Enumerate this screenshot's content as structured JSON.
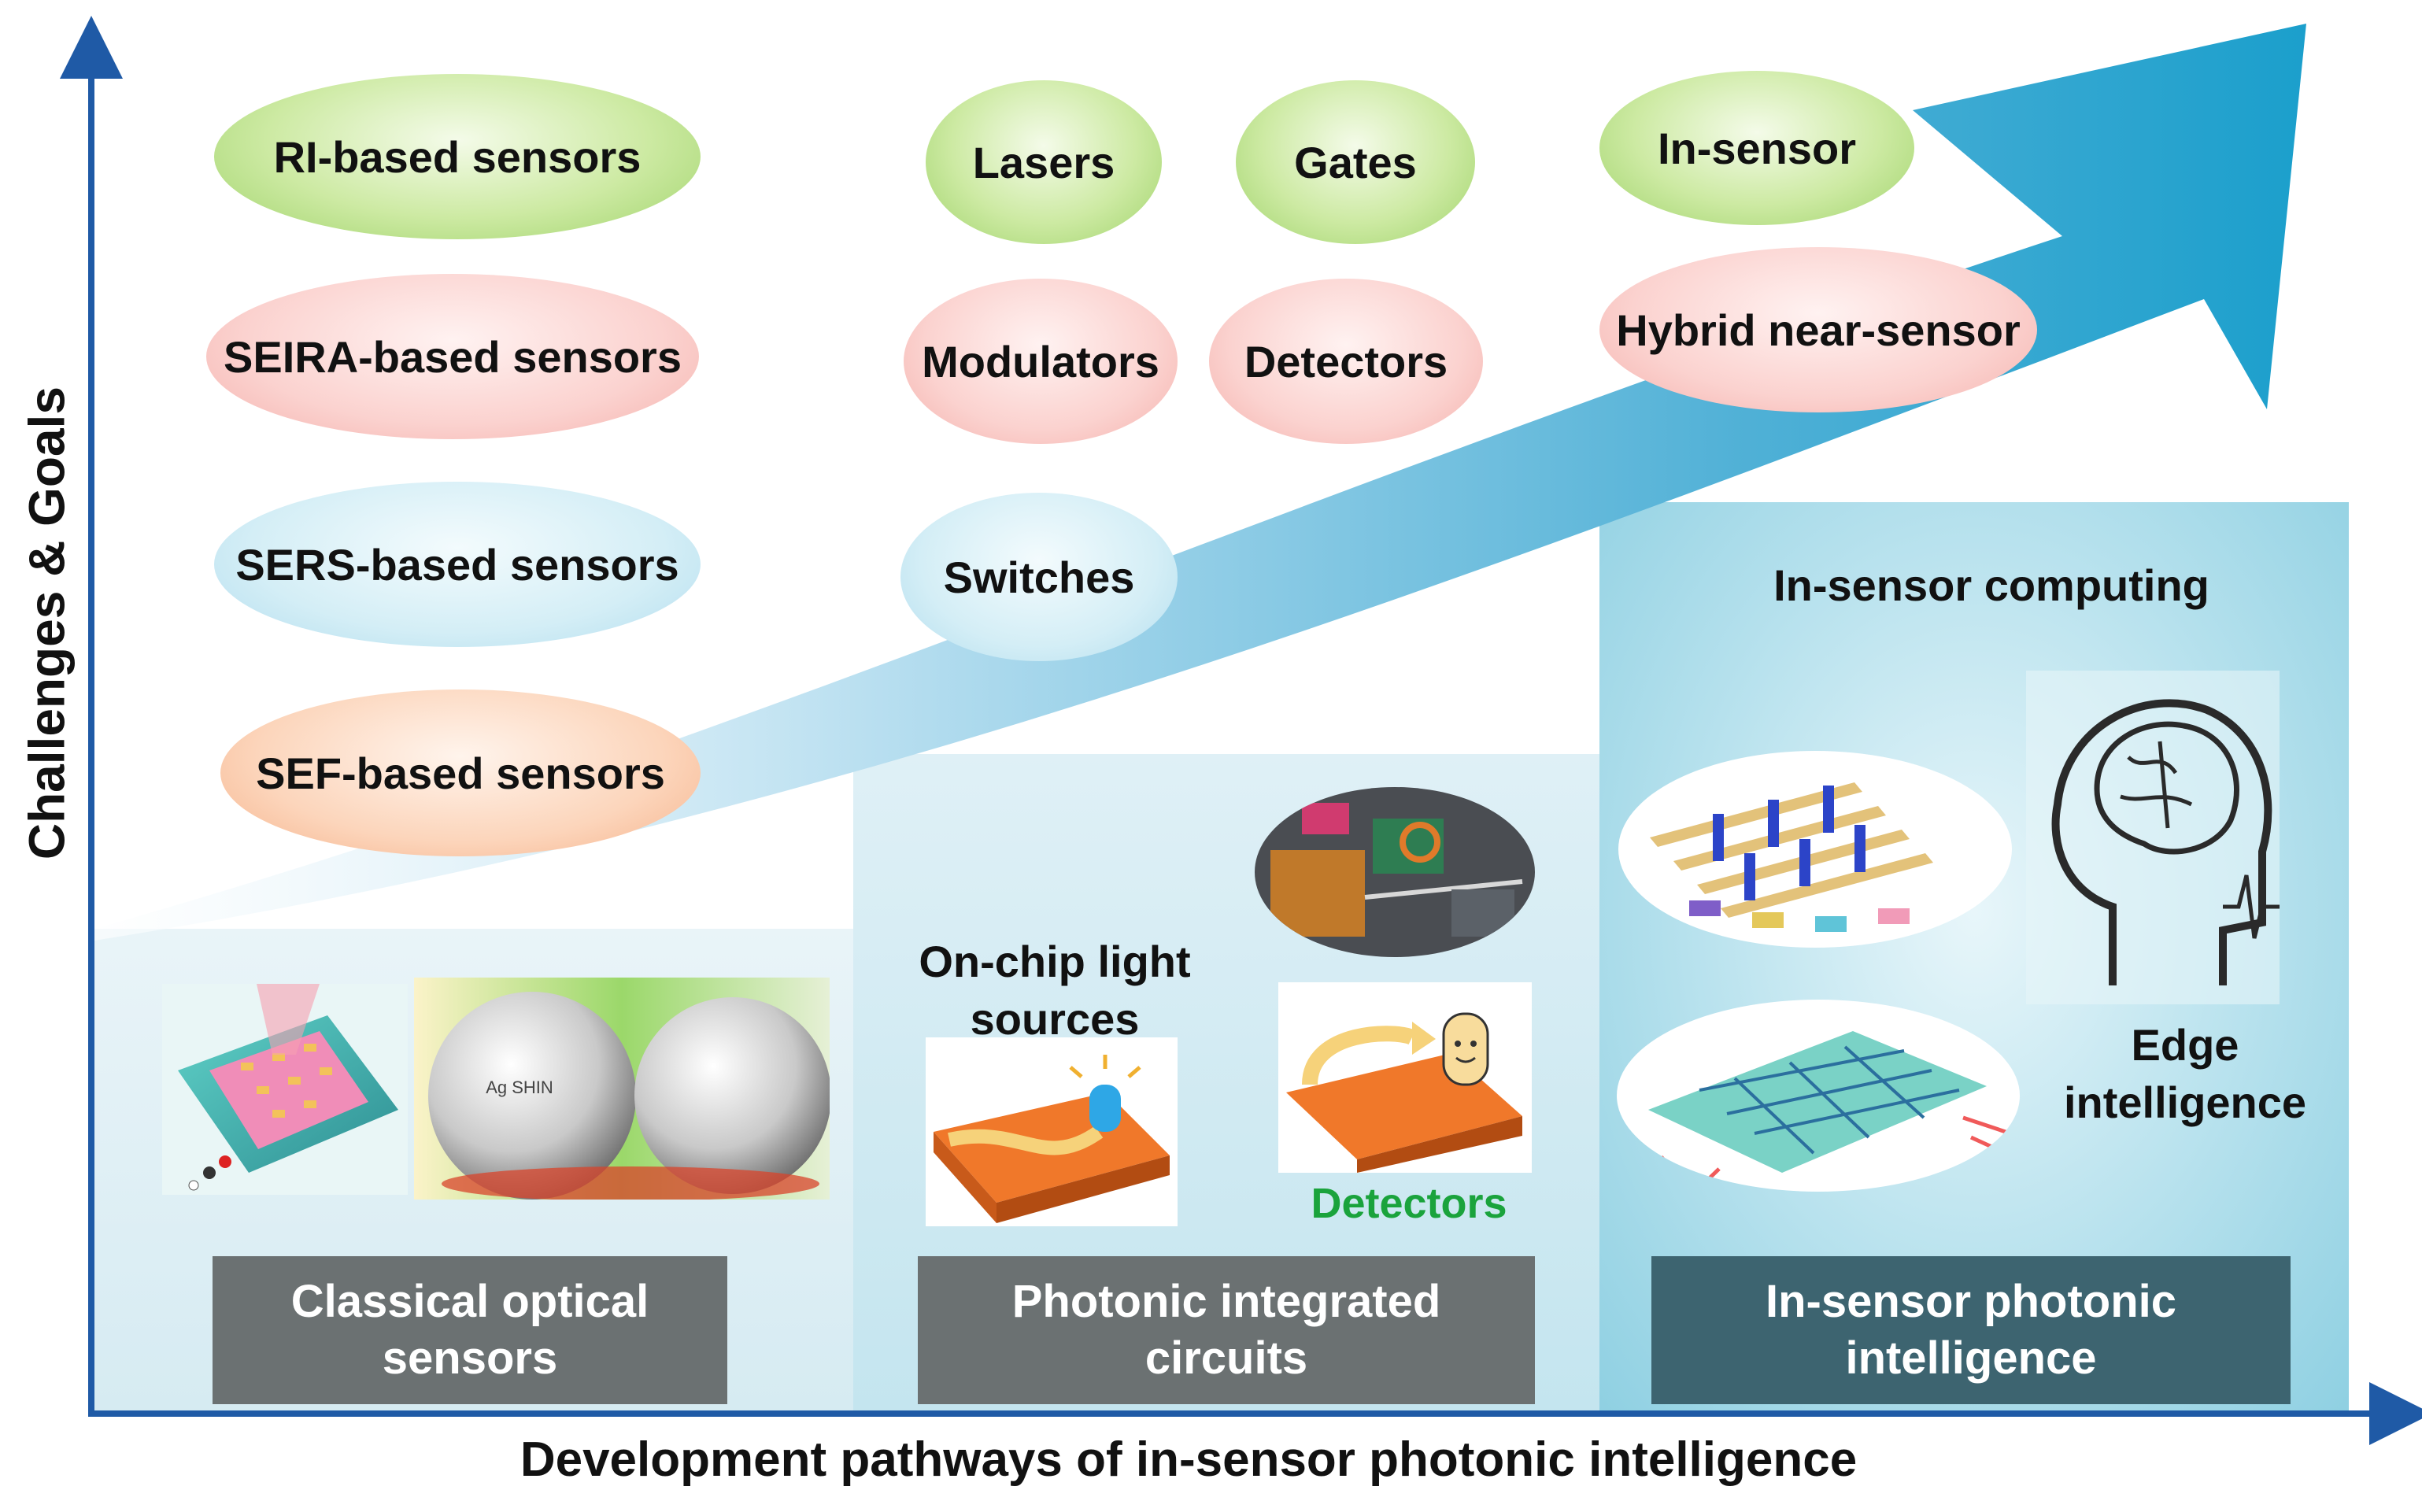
{
  "axes": {
    "y_label": "Challenges & Goals",
    "x_label": "Development pathways of in-sensor photonic intelligence"
  },
  "ellipses": {
    "ri": "RI-based sensors",
    "seira": "SEIRA-based sensors",
    "sers": "SERS-based sensors",
    "sef": "SEF-based sensors",
    "lasers": "Lasers",
    "gates": "Gates",
    "modulators": "Modulators",
    "detectors": "Detectors",
    "switches": "Switches",
    "in_sensor": "In-sensor",
    "hybrid": "Hybrid near-sensor"
  },
  "panel1": {
    "title": "Classical optical sensors",
    "sphere_label": "Ag SHIN"
  },
  "panel2": {
    "title": "Photonic integrated circuits",
    "light_sources": "On-chip light sources",
    "detectors": "Detectors"
  },
  "panel3": {
    "title": "In-sensor photonic intelligence",
    "computing": "In-sensor computing",
    "edge": "Edge intelligence"
  },
  "colors": {
    "axis": "#1f5aa6",
    "detectors_green": "#1aa33c",
    "box_gray": "#6b7172",
    "box_teal": "#3d6470"
  }
}
